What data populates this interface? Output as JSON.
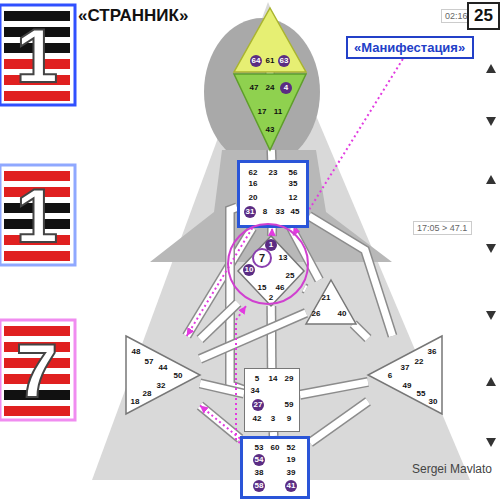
{
  "diagram": {
    "title": "«СТРАННИК»",
    "nodes": [
      {
        "text": [
          "02:16"
        ]
      },
      {
        "text": [
          "25"
        ]
      },
      {
        "text": [
          "«Манифестация»"
        ]
      },
      {
        "text": [
          "64",
          "61",
          "63"
        ]
      },
      {
        "text": [
          "47",
          "24",
          "4",
          "17",
          "11",
          "43"
        ]
      },
      {
        "text": [
          "62",
          "23",
          "56",
          "16",
          "35",
          "20",
          "12",
          "31",
          "8",
          "33",
          "45"
        ]
      },
      {
        "text": [
          "17:05 > 47.1"
        ]
      },
      {
        "text": [
          "1",
          "7",
          "13",
          "10",
          "25",
          "15",
          "46",
          "2"
        ]
      },
      {
        "text": [
          "21",
          "26",
          "40"
        ]
      },
      {
        "text": [
          "48",
          "57",
          "44",
          "50",
          "32",
          "28",
          "18"
        ]
      },
      {
        "text": [
          "36",
          "22",
          "37",
          "6",
          "49",
          "55",
          "30"
        ]
      },
      {
        "text": [
          "5",
          "14",
          "29",
          "34",
          "27",
          "59",
          "42",
          "3",
          "9"
        ]
      },
      {
        "text": [
          "53",
          "60",
          "52",
          "54",
          "19",
          "38",
          "39",
          "58",
          "41"
        ]
      }
    ],
    "edges": [
      {
        "from": 3,
        "to": 4,
        "arrow": "none"
      },
      {
        "from": 4,
        "to": 5,
        "arrow": "none"
      },
      {
        "from": 5,
        "to": 7,
        "arrow": "none"
      },
      {
        "from": 5,
        "to": 9,
        "arrow": "none"
      },
      {
        "from": 5,
        "to": 10,
        "arrow": "none"
      },
      {
        "from": 5,
        "to": 8,
        "arrow": "none"
      },
      {
        "from": 5,
        "to": 11,
        "arrow": "none"
      },
      {
        "from": 7,
        "to": 11,
        "arrow": "none"
      },
      {
        "from": 7,
        "to": 8,
        "arrow": "none"
      },
      {
        "from": 7,
        "to": 9,
        "arrow": "none"
      },
      {
        "from": 8,
        "to": 9,
        "arrow": "none"
      },
      {
        "from": 8,
        "to": 10,
        "arrow": "none"
      },
      {
        "from": 9,
        "to": 11,
        "arrow": "none"
      },
      {
        "from": 11,
        "to": 10,
        "arrow": "none"
      },
      {
        "from": 9,
        "to": 12,
        "arrow": "none"
      },
      {
        "from": 10,
        "to": 12,
        "arrow": "none"
      },
      {
        "from": 11,
        "to": 12,
        "arrow": "none"
      },
      {
        "from": 2,
        "to": 7,
        "arrow": "to"
      },
      {
        "from": 7,
        "to": 5,
        "arrow": "to"
      },
      {
        "from": 12,
        "to": 7,
        "arrow": "to"
      },
      {
        "from": 5,
        "to": 9,
        "arrow": "to"
      },
      {
        "from": 12,
        "to": 9,
        "arrow": "to"
      }
    ],
    "labels": [
      "1",
      "1",
      "7",
      "Sergei Mavlato"
    ]
  }
}
